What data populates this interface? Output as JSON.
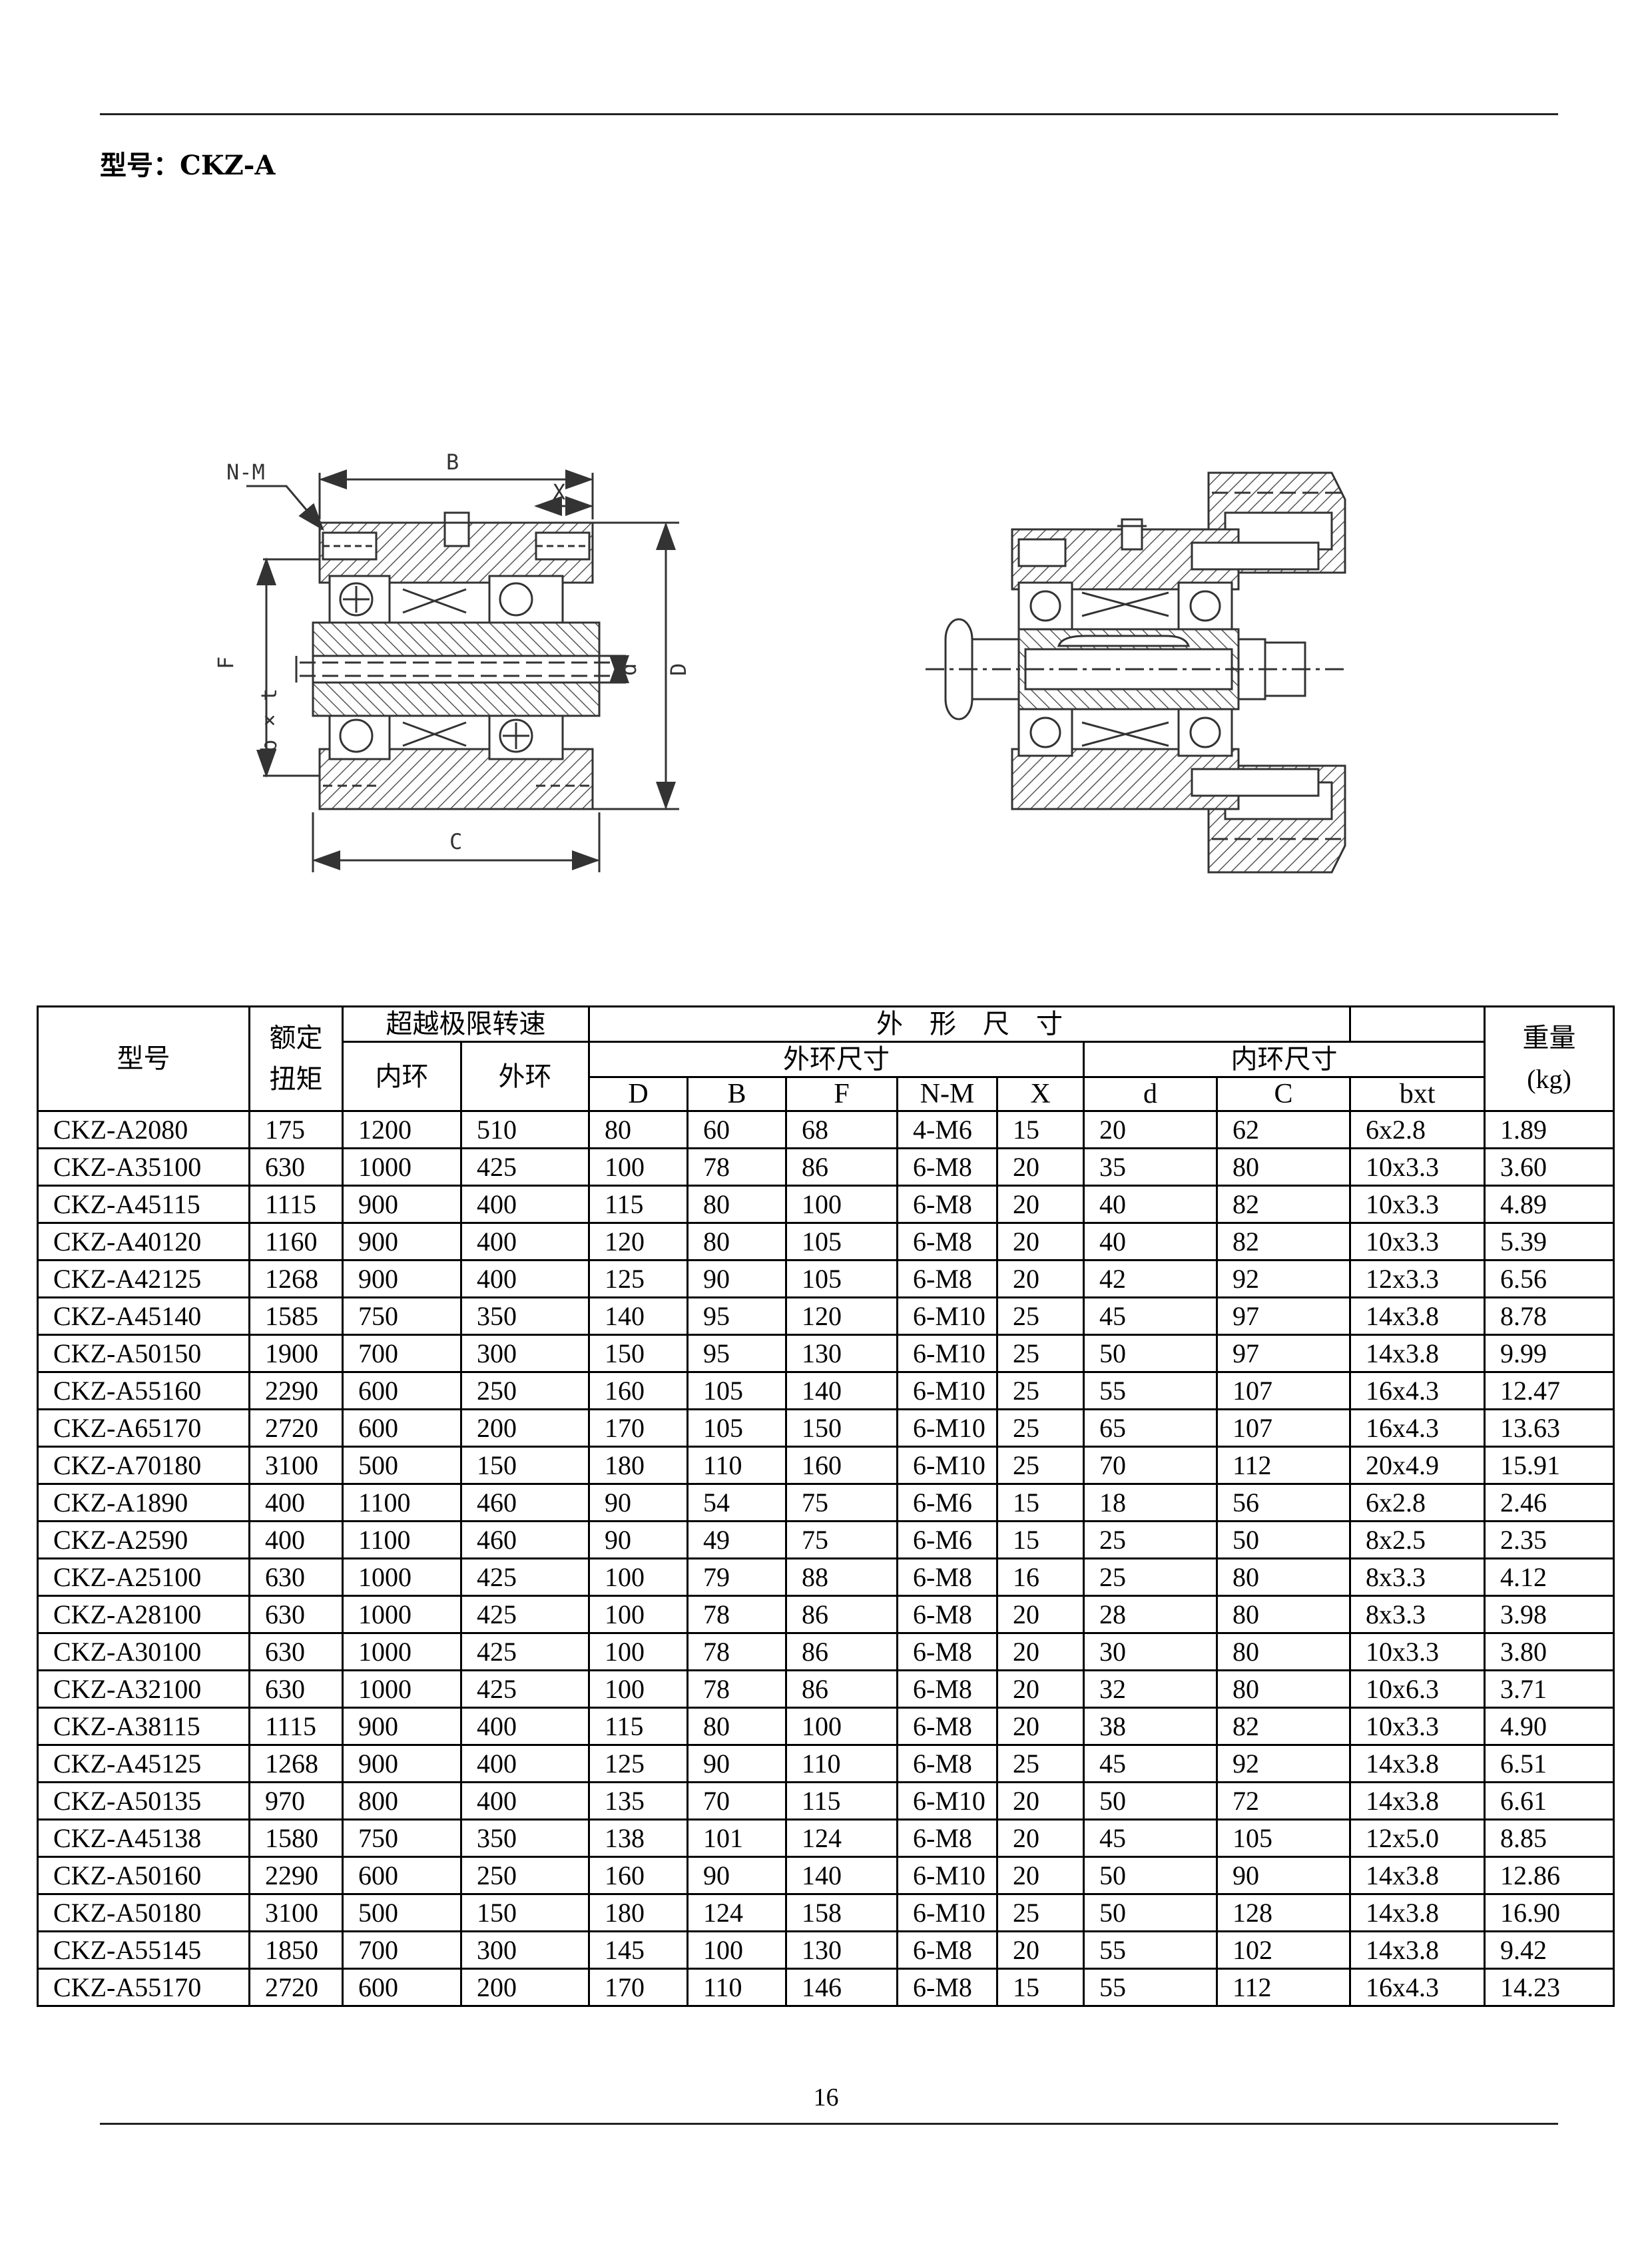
{
  "heading": "型号：CKZ-A",
  "drawing_labels": {
    "B": "B",
    "X": "X",
    "NM": "N-M",
    "F": "F",
    "bxt": "b × t",
    "d": "d",
    "D": "D",
    "C": "C"
  },
  "table": {
    "header": {
      "model": "型号",
      "torque_l1": "额定",
      "torque_l2": "扭矩",
      "overrun_speed": "超越极限转速",
      "inner": "内环",
      "outer": "外环",
      "dims": "外　形　尺　寸",
      "outer_ring_dims": "外环尺寸",
      "inner_ring_dims": "内环尺寸",
      "weight_l1": "重量",
      "weight_l2": "(kg)",
      "cols": [
        "D",
        "B",
        "F",
        "N-M",
        "X",
        "d",
        "C",
        "bxt"
      ]
    },
    "rows": [
      [
        "CKZ-A2080",
        "175",
        "1200",
        "510",
        "80",
        "60",
        "68",
        "4-M6",
        "15",
        "20",
        "62",
        "6x2.8",
        "1.89"
      ],
      [
        "CKZ-A35100",
        "630",
        "1000",
        "425",
        "100",
        "78",
        "86",
        "6-M8",
        "20",
        "35",
        "80",
        "10x3.3",
        "3.60"
      ],
      [
        "CKZ-A45115",
        "1115",
        "900",
        "400",
        "115",
        "80",
        "100",
        "6-M8",
        "20",
        "40",
        "82",
        "10x3.3",
        "4.89"
      ],
      [
        "CKZ-A40120",
        "1160",
        "900",
        "400",
        "120",
        "80",
        "105",
        "6-M8",
        "20",
        "40",
        "82",
        "10x3.3",
        "5.39"
      ],
      [
        "CKZ-A42125",
        "1268",
        "900",
        "400",
        "125",
        "90",
        "105",
        "6-M8",
        "20",
        "42",
        "92",
        "12x3.3",
        "6.56"
      ],
      [
        "CKZ-A45140",
        "1585",
        "750",
        "350",
        "140",
        "95",
        "120",
        "6-M10",
        "25",
        "45",
        "97",
        "14x3.8",
        "8.78"
      ],
      [
        "CKZ-A50150",
        "1900",
        "700",
        "300",
        "150",
        "95",
        "130",
        "6-M10",
        "25",
        "50",
        "97",
        "14x3.8",
        "9.99"
      ],
      [
        "CKZ-A55160",
        "2290",
        "600",
        "250",
        "160",
        "105",
        "140",
        "6-M10",
        "25",
        "55",
        "107",
        "16x4.3",
        "12.47"
      ],
      [
        "CKZ-A65170",
        "2720",
        "600",
        "200",
        "170",
        "105",
        "150",
        "6-M10",
        "25",
        "65",
        "107",
        "16x4.3",
        "13.63"
      ],
      [
        "CKZ-A70180",
        "3100",
        "500",
        "150",
        "180",
        "110",
        "160",
        "6-M10",
        "25",
        "70",
        "112",
        "20x4.9",
        "15.91"
      ],
      [
        "CKZ-A1890",
        "400",
        "1100",
        "460",
        "90",
        "54",
        "75",
        "6-M6",
        "15",
        "18",
        "56",
        "6x2.8",
        "2.46"
      ],
      [
        "CKZ-A2590",
        "400",
        "1100",
        "460",
        "90",
        "49",
        "75",
        "6-M6",
        "15",
        "25",
        "50",
        "8x2.5",
        "2.35"
      ],
      [
        "CKZ-A25100",
        "630",
        "1000",
        "425",
        "100",
        "79",
        "88",
        "6-M8",
        "16",
        "25",
        "80",
        "8x3.3",
        "4.12"
      ],
      [
        "CKZ-A28100",
        "630",
        "1000",
        "425",
        "100",
        "78",
        "86",
        "6-M8",
        "20",
        "28",
        "80",
        "8x3.3",
        "3.98"
      ],
      [
        "CKZ-A30100",
        "630",
        "1000",
        "425",
        "100",
        "78",
        "86",
        "6-M8",
        "20",
        "30",
        "80",
        "10x3.3",
        "3.80"
      ],
      [
        "CKZ-A32100",
        "630",
        "1000",
        "425",
        "100",
        "78",
        "86",
        "6-M8",
        "20",
        "32",
        "80",
        "10x6.3",
        "3.71"
      ],
      [
        "CKZ-A38115",
        "1115",
        "900",
        "400",
        "115",
        "80",
        "100",
        "6-M8",
        "20",
        "38",
        "82",
        "10x3.3",
        "4.90"
      ],
      [
        "CKZ-A45125",
        "1268",
        "900",
        "400",
        "125",
        "90",
        "110",
        "6-M8",
        "25",
        "45",
        "92",
        "14x3.8",
        "6.51"
      ],
      [
        "CKZ-A50135",
        "970",
        "800",
        "400",
        "135",
        "70",
        "115",
        "6-M10",
        "20",
        "50",
        "72",
        "14x3.8",
        "6.61"
      ],
      [
        "CKZ-A45138",
        "1580",
        "750",
        "350",
        "138",
        "101",
        "124",
        "6-M8",
        "20",
        "45",
        "105",
        "12x5.0",
        "8.85"
      ],
      [
        "CKZ-A50160",
        "2290",
        "600",
        "250",
        "160",
        "90",
        "140",
        "6-M10",
        "20",
        "50",
        "90",
        "14x3.8",
        "12.86"
      ],
      [
        "CKZ-A50180",
        "3100",
        "500",
        "150",
        "180",
        "124",
        "158",
        "6-M10",
        "25",
        "50",
        "128",
        "14x3.8",
        "16.90"
      ],
      [
        "CKZ-A55145",
        "1850",
        "700",
        "300",
        "145",
        "100",
        "130",
        "6-M8",
        "20",
        "55",
        "102",
        "14x3.8",
        "9.42"
      ],
      [
        "CKZ-A55170",
        "2720",
        "600",
        "200",
        "170",
        "110",
        "146",
        "6-M8",
        "15",
        "55",
        "112",
        "16x4.3",
        "14.23"
      ]
    ]
  },
  "page_number": "16"
}
